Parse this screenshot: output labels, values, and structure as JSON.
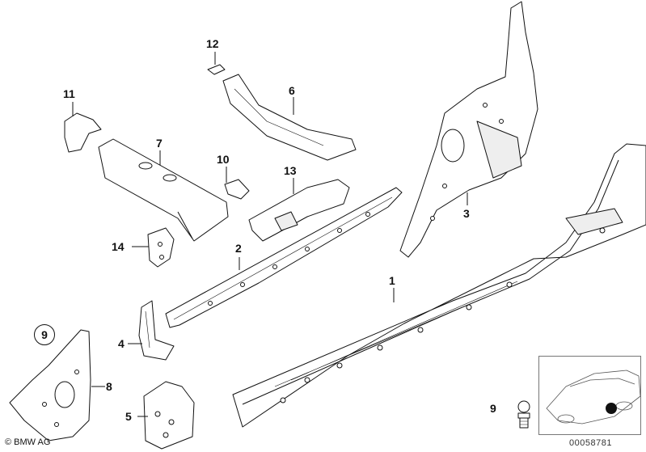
{
  "callouts": {
    "c1": "1",
    "c2": "2",
    "c3": "3",
    "c4": "4",
    "c5": "5",
    "c6": "6",
    "c7": "7",
    "c8": "8",
    "c9_circled": "9",
    "c9_inset": "9",
    "c10": "10",
    "c11": "11",
    "c12": "12",
    "c13": "13",
    "c14": "14"
  },
  "footer": {
    "copyright": "© BMW AG",
    "doc_number": "00058781"
  },
  "colors": {
    "line": "#111111",
    "fill": "#ffffff",
    "shade": "#e8e8e8"
  }
}
